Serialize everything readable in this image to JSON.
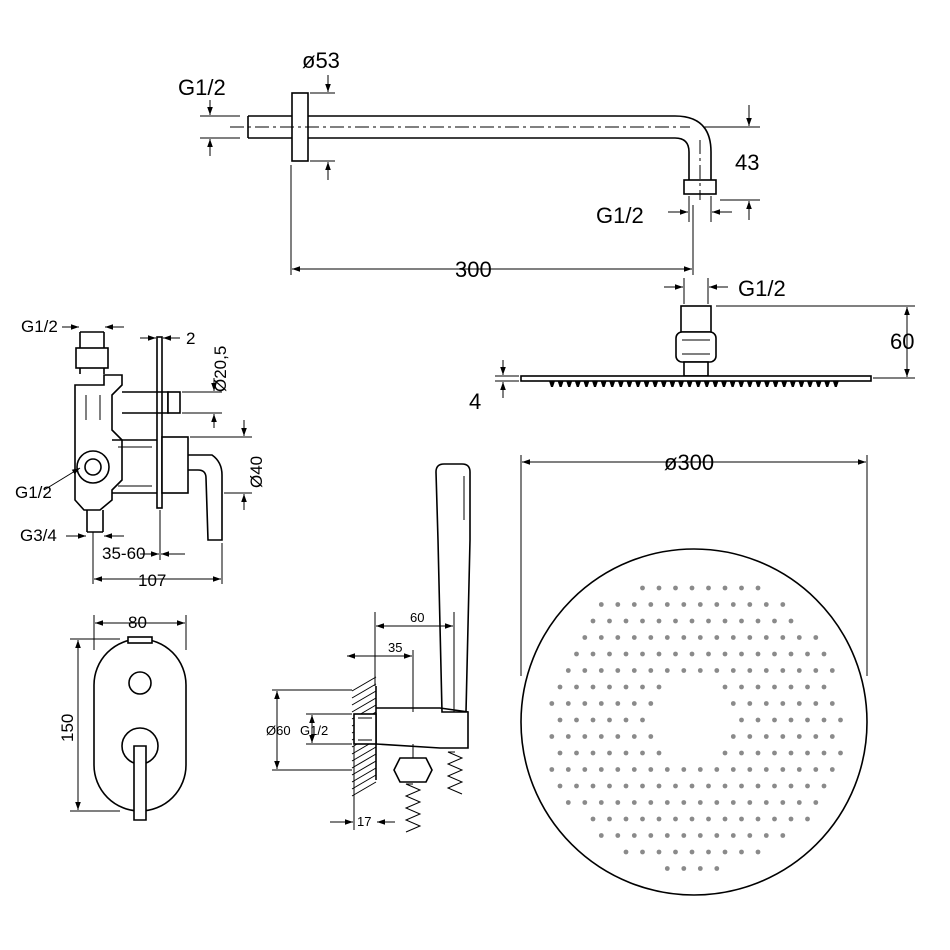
{
  "shower_arm": {
    "inlet_thread": "G1/2",
    "flange_diameter": "ø53",
    "drop_height": "43",
    "outlet_thread": "G1/2",
    "length": "300"
  },
  "head_side": {
    "thread": "G1/2",
    "height": "60",
    "plate_thickness": "4"
  },
  "head_plan": {
    "diameter": "ø300"
  },
  "mixer_side": {
    "top_thread": "G1/2",
    "plate_thickness": "2",
    "button_diameter": "Ø20,5",
    "rosette_diameter": "Ø40",
    "side_thread": "G1/2",
    "bottom_thread": "G3/4",
    "depth_range": "35-60",
    "total_depth": "107"
  },
  "mixer_front": {
    "width": "80",
    "height": "150"
  },
  "hand_shower": {
    "holder_length": "60",
    "outlet_offset": "35",
    "elbow_diameter": "Ø60",
    "elbow_thread": "G1/2",
    "wall_offset": "17"
  }
}
